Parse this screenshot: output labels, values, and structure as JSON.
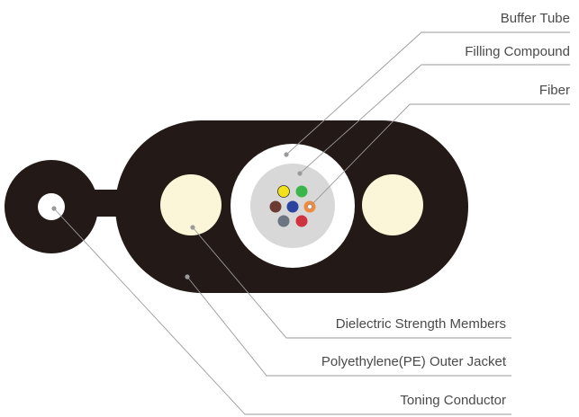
{
  "labels": {
    "buffer_tube": "Buffer Tube",
    "filling_compound": "Filling Compound",
    "fiber": "Fiber",
    "dielectric_strength_members": "Dielectric Strength Members",
    "outer_jacket": "Polyethylene(PE) Outer Jacket",
    "toning_conductor": "Toning Conductor"
  },
  "colors": {
    "jacket": "#231a17",
    "strength_member": "#fbf6d8",
    "buffer_tube": "#ffffff",
    "filling_compound": "#d8d8d8",
    "leader_line": "#9a9a9a",
    "label_text": "#4a4a4a",
    "fibers": [
      "#f2e21c",
      "#3cb54a",
      "#6b3b33",
      "#2a44a0",
      "#f08a3c",
      "#6c7582",
      "#d1323f"
    ]
  },
  "fiber_count": 7
}
